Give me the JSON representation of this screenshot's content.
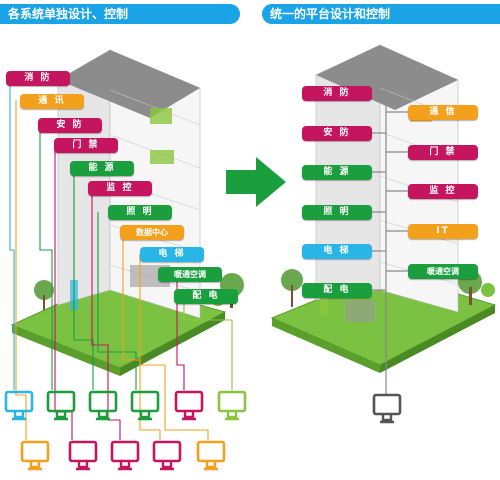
{
  "headers": {
    "left": "各系统单独设计、控制",
    "right": "统一的平台设计和控制"
  },
  "colors": {
    "blue": "#1aa3e6",
    "magenta": "#c4155e",
    "orange": "#f3a01d",
    "green": "#1b9e3e",
    "light_green": "#8cc63f",
    "cyan": "#29b6e6",
    "dark": "#555555"
  },
  "left_labels": [
    {
      "text": "消 防",
      "color": "#c4155e"
    },
    {
      "text": "通 讯",
      "color": "#f3a01d"
    },
    {
      "text": "安 防",
      "color": "#c4155e"
    },
    {
      "text": "门 禁",
      "color": "#c4155e"
    },
    {
      "text": "能 源",
      "color": "#1b9e3e"
    },
    {
      "text": "监 控",
      "color": "#c4155e"
    },
    {
      "text": "照 明",
      "color": "#1b9e3e"
    },
    {
      "text": "数据中心",
      "color": "#f3a01d"
    },
    {
      "text": "电 梯",
      "color": "#29b6e6"
    },
    {
      "text": "暖通空调",
      "color": "#1b9e3e"
    },
    {
      "text": "配 电",
      "color": "#1b9e3e"
    }
  ],
  "right_labels_left": [
    {
      "text": "消 防",
      "color": "#c4155e"
    },
    {
      "text": "安 防",
      "color": "#c4155e"
    },
    {
      "text": "能 源",
      "color": "#1b9e3e"
    },
    {
      "text": "照 明",
      "color": "#1b9e3e"
    },
    {
      "text": "电 梯",
      "color": "#29b6e6"
    },
    {
      "text": "配 电",
      "color": "#1b9e3e"
    }
  ],
  "right_labels_right": [
    {
      "text": "通 信",
      "color": "#f3a01d"
    },
    {
      "text": "门 禁",
      "color": "#c4155e"
    },
    {
      "text": "监 控",
      "color": "#c4155e"
    },
    {
      "text": "IT",
      "color": "#f3a01d"
    },
    {
      "text": "暖通空调",
      "color": "#1b9e3e"
    }
  ],
  "monitors_row1": [
    "#29b6e6",
    "#1b9e3e",
    "#1b9e3e",
    "#1b9e3e",
    "#c4155e",
    "#8cc63f"
  ],
  "monitors_row2": [
    "#f3a01d",
    "#c4155e",
    "#c4155e",
    "#c4155e",
    "#f3a01d"
  ],
  "unified_monitor": "#555555",
  "arrow_icon": "right-arrow-icon"
}
